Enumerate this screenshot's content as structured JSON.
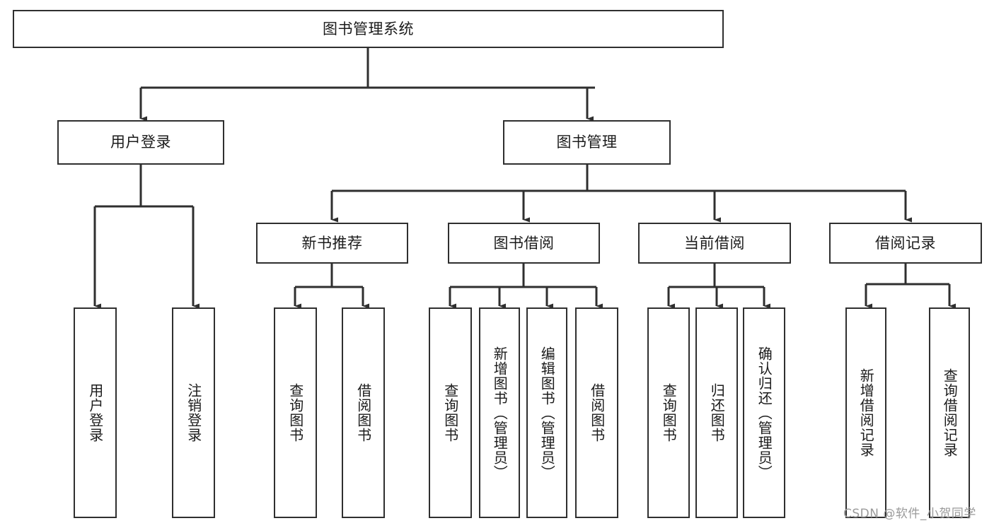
{
  "diagram": {
    "type": "tree-hierarchy",
    "title": "图书管理系统",
    "watermark": "CSDN @软件_小贺同学",
    "colors": {
      "box_border": "#2f2f2f",
      "connector": "#2f2f2f",
      "background": "#ffffff",
      "text": "#1b1b1b",
      "watermark": "#9a9a9a"
    },
    "root": {
      "label": "图书管理系统"
    },
    "level2": [
      {
        "label": "用户登录"
      },
      {
        "label": "图书管理"
      }
    ],
    "level3": [
      {
        "label": "新书推荐"
      },
      {
        "label": "图书借阅"
      },
      {
        "label": "当前借阅"
      },
      {
        "label": "借阅记录"
      }
    ],
    "leaves": {
      "user_login": [
        {
          "label": "用户登录"
        },
        {
          "label": "注销登录"
        }
      ],
      "new_book_rec": [
        {
          "label": "查询图书"
        },
        {
          "label": "借阅图书"
        }
      ],
      "book_borrow": [
        {
          "label": "查询图书"
        },
        {
          "label": "新增图书（管理员）"
        },
        {
          "label": "编辑图书（管理员）"
        },
        {
          "label": "借阅图书"
        }
      ],
      "current_borrow": [
        {
          "label": "查询图书"
        },
        {
          "label": "归还图书"
        },
        {
          "label": "确认归还（管理员）"
        }
      ],
      "borrow_record": [
        {
          "label": "新增借阅记录"
        },
        {
          "label": "查询借阅记录"
        }
      ]
    }
  }
}
